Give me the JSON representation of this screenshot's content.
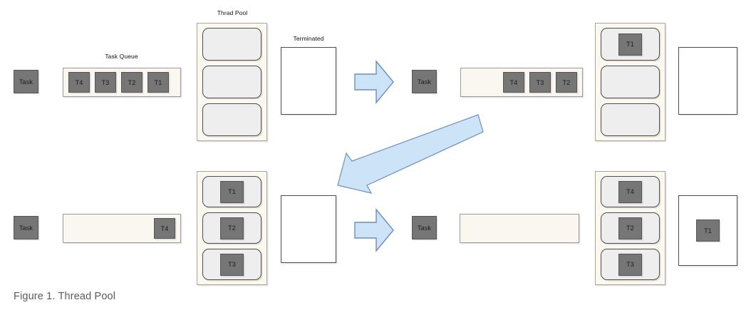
{
  "figure": {
    "caption": "Figure 1. Thread Pool",
    "colors": {
      "task_fill": "#767676",
      "queue_fill": "#f9f7f0",
      "pool_fill": "#fbf8ef",
      "slot_fill": "#eeeeee",
      "terminated_fill": "#ffffff",
      "arrow_fill": "#cce3f8",
      "arrow_stroke": "#6c8ebf"
    }
  },
  "labels": {
    "thread_pool": "Thrad Pool",
    "task_queue": "Task Queue",
    "terminated": "Terminated"
  },
  "stages": {
    "top_left": {
      "task_label": "Task",
      "queue_tasks": [
        "T4",
        "T3",
        "T2",
        "T1"
      ],
      "queue_align": "left",
      "pool_slots": [
        "",
        "",
        ""
      ],
      "terminated_tasks": []
    },
    "top_right": {
      "task_label": "Task",
      "queue_tasks": [
        "T4",
        "T3",
        "T2"
      ],
      "queue_align": "right",
      "pool_slots": [
        "T1",
        "",
        ""
      ],
      "terminated_tasks": []
    },
    "bottom_left": {
      "task_label": "Task",
      "queue_tasks": [
        "T4"
      ],
      "queue_align": "right",
      "pool_slots": [
        "T1",
        "T2",
        "T3"
      ],
      "terminated_tasks": []
    },
    "bottom_right": {
      "task_label": "Task",
      "queue_tasks": [],
      "queue_align": "right",
      "pool_slots": [
        "T4",
        "T2",
        "T3"
      ],
      "terminated_tasks": [
        "T1"
      ]
    }
  },
  "arrows": {
    "top_right_arrow": "arrow-right-icon",
    "bottom_right_arrow": "arrow-right-icon",
    "diagonal_arrow": "arrow-diagonal-down-left-icon"
  }
}
